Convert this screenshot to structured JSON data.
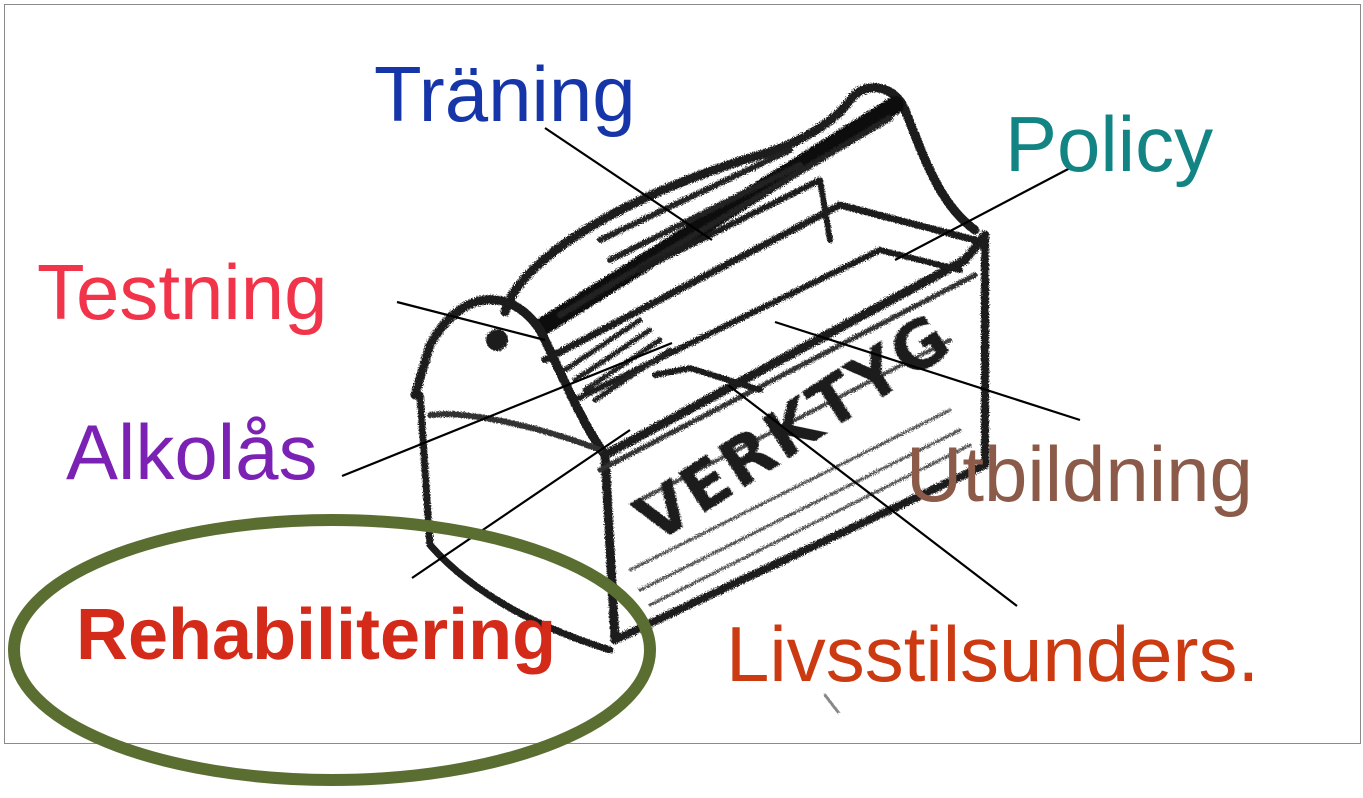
{
  "labels": {
    "traning": "Träning",
    "policy": "Policy",
    "testning": "Testning",
    "alkolas": "Alkolås",
    "utbildning": "Utbildning",
    "rehabilitering": "Rehabilitering",
    "livsstil": "Livsstilsunders.",
    "box_text": "VERKTYG"
  },
  "colors": {
    "traning": "#1535a8",
    "policy": "#138484",
    "testning": "#f2344a",
    "alkolas": "#7b22b5",
    "utbildning": "#8c5a48",
    "rehabilitering": "#d42a1a",
    "livsstil": "#cc3a12",
    "highlight_ellipse": "#5a6e32",
    "sketch": "#1a1a1a"
  },
  "highlighted": "rehabilitering"
}
